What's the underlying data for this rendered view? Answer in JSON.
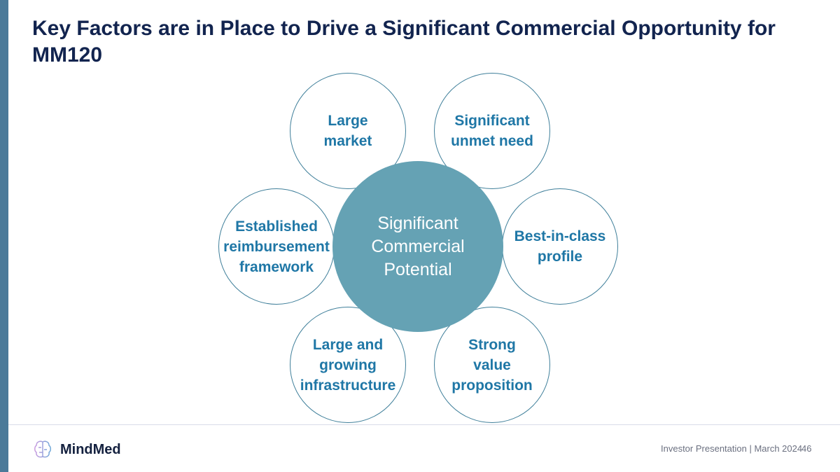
{
  "title": "Key Factors are in Place to Drive a Significant Commercial Opportunity for MM120",
  "center": "Significant\nCommercial\nPotential",
  "factors": [
    "Large\nmarket",
    "Significant\nunmet need",
    "Established\nreimbursement\nframework",
    "Best-in-class\nprofile",
    "Large and\ngrowing\ninfrastructure",
    "Strong\nvalue\nproposition"
  ],
  "footer": {
    "brand": "MindMed",
    "text": "Investor Presentation | March 2024",
    "page": "46"
  },
  "colors": {
    "accent": "#65a2b4",
    "text": "#1f77a6",
    "title": "#12244f"
  }
}
